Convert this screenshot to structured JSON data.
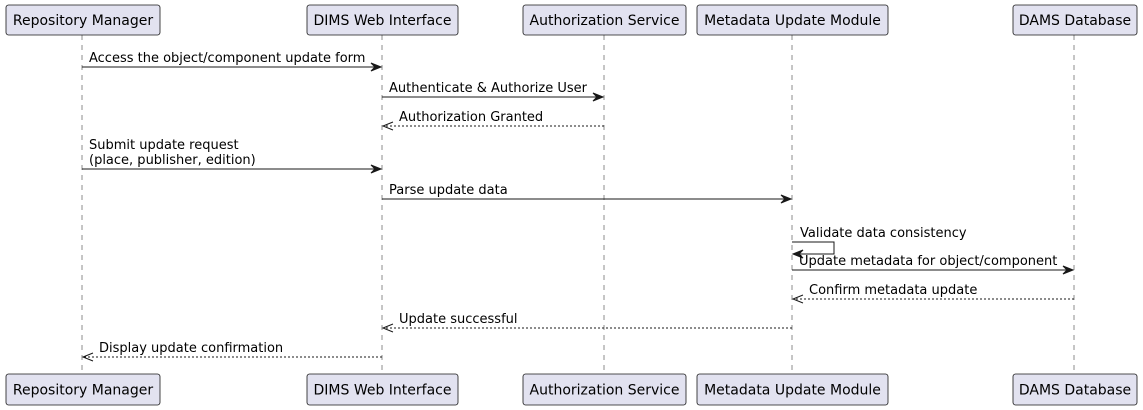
{
  "participants": [
    {
      "id": "rm",
      "label": "Repository Manager"
    },
    {
      "id": "web",
      "label": "DIMS Web Interface"
    },
    {
      "id": "auth",
      "label": "Authorization Service"
    },
    {
      "id": "meta",
      "label": "Metadata Update Module"
    },
    {
      "id": "db",
      "label": "DAMS Database"
    }
  ],
  "messages": [
    {
      "from": "rm",
      "to": "web",
      "lines": [
        "Access the object/component update form"
      ],
      "style": "solid"
    },
    {
      "from": "web",
      "to": "auth",
      "lines": [
        "Authenticate & Authorize User"
      ],
      "style": "solid"
    },
    {
      "from": "auth",
      "to": "web",
      "lines": [
        "Authorization Granted"
      ],
      "style": "dashed"
    },
    {
      "from": "rm",
      "to": "web",
      "lines": [
        "Submit update request",
        "(place, publisher, edition)"
      ],
      "style": "solid"
    },
    {
      "from": "web",
      "to": "meta",
      "lines": [
        "Parse update data"
      ],
      "style": "solid"
    },
    {
      "from": "meta",
      "to": "meta",
      "lines": [
        "Validate data consistency"
      ],
      "style": "self"
    },
    {
      "from": "meta",
      "to": "db",
      "lines": [
        "Update metadata for object/component"
      ],
      "style": "solid"
    },
    {
      "from": "db",
      "to": "meta",
      "lines": [
        "Confirm metadata update"
      ],
      "style": "dashed"
    },
    {
      "from": "meta",
      "to": "web",
      "lines": [
        "Update successful"
      ],
      "style": "dashed"
    },
    {
      "from": "web",
      "to": "rm",
      "lines": [
        "Display update confirmation"
      ],
      "style": "dashed"
    }
  ]
}
